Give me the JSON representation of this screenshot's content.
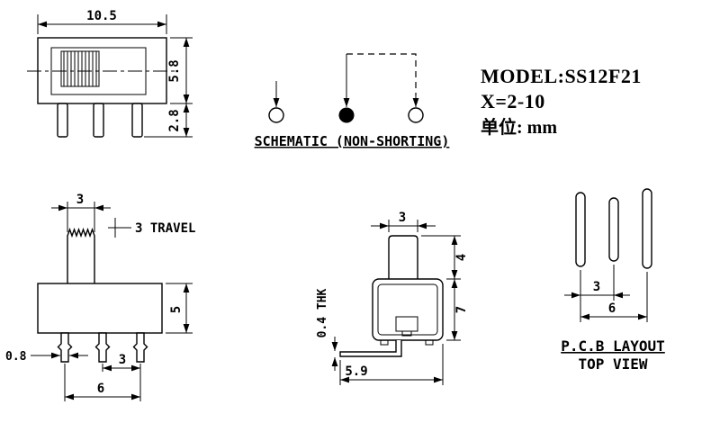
{
  "title_block": {
    "model": "MODEL:SS12F21",
    "x_range": "X=2-10",
    "unit": "单位: mm"
  },
  "schematic": {
    "label": "SCHEMATIC (NON-SHORTING)"
  },
  "front_view": {
    "width": "10.5",
    "body_height": "5.8",
    "pin_length": "2.8"
  },
  "side_view": {
    "knob_width": "3",
    "travel": "3 TRAVEL",
    "body_height": "5",
    "pin_width": "0.8",
    "pin_pitch": "3",
    "pin_span": "6"
  },
  "end_view": {
    "knob_width": "3",
    "knob_height": "4",
    "body_height": "7",
    "thickness": "0.4 THK",
    "pin_extent": "5.9"
  },
  "pcb_layout": {
    "heading": "P.C.B LAYOUT",
    "subheading": "TOP VIEW",
    "pad_pitch": "3",
    "pad_span": "6"
  }
}
